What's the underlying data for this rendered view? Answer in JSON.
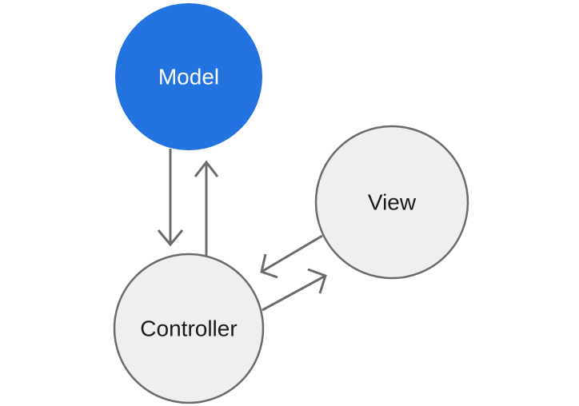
{
  "diagram": {
    "type": "mvc-architecture",
    "nodes": [
      {
        "id": "model",
        "label": "Model",
        "fill": "#2273e0",
        "label_color": "#ffffff"
      },
      {
        "id": "view",
        "label": "View",
        "fill": "#efefef",
        "label_color": "#1a1a1a"
      },
      {
        "id": "controller",
        "label": "Controller",
        "fill": "#efefef",
        "label_color": "#1a1a1a"
      }
    ],
    "edges": [
      {
        "from": "model",
        "to": "controller",
        "direction": "down"
      },
      {
        "from": "controller",
        "to": "model",
        "direction": "up"
      },
      {
        "from": "view",
        "to": "controller",
        "direction": "down-left"
      },
      {
        "from": "controller",
        "to": "view",
        "direction": "up-right"
      }
    ],
    "colors": {
      "background": "#ffffff",
      "node_stroke": "#6b6b6b",
      "arrow": "#6b6b6b",
      "accent_blue": "#2273e0",
      "gray_fill": "#efefef"
    }
  }
}
